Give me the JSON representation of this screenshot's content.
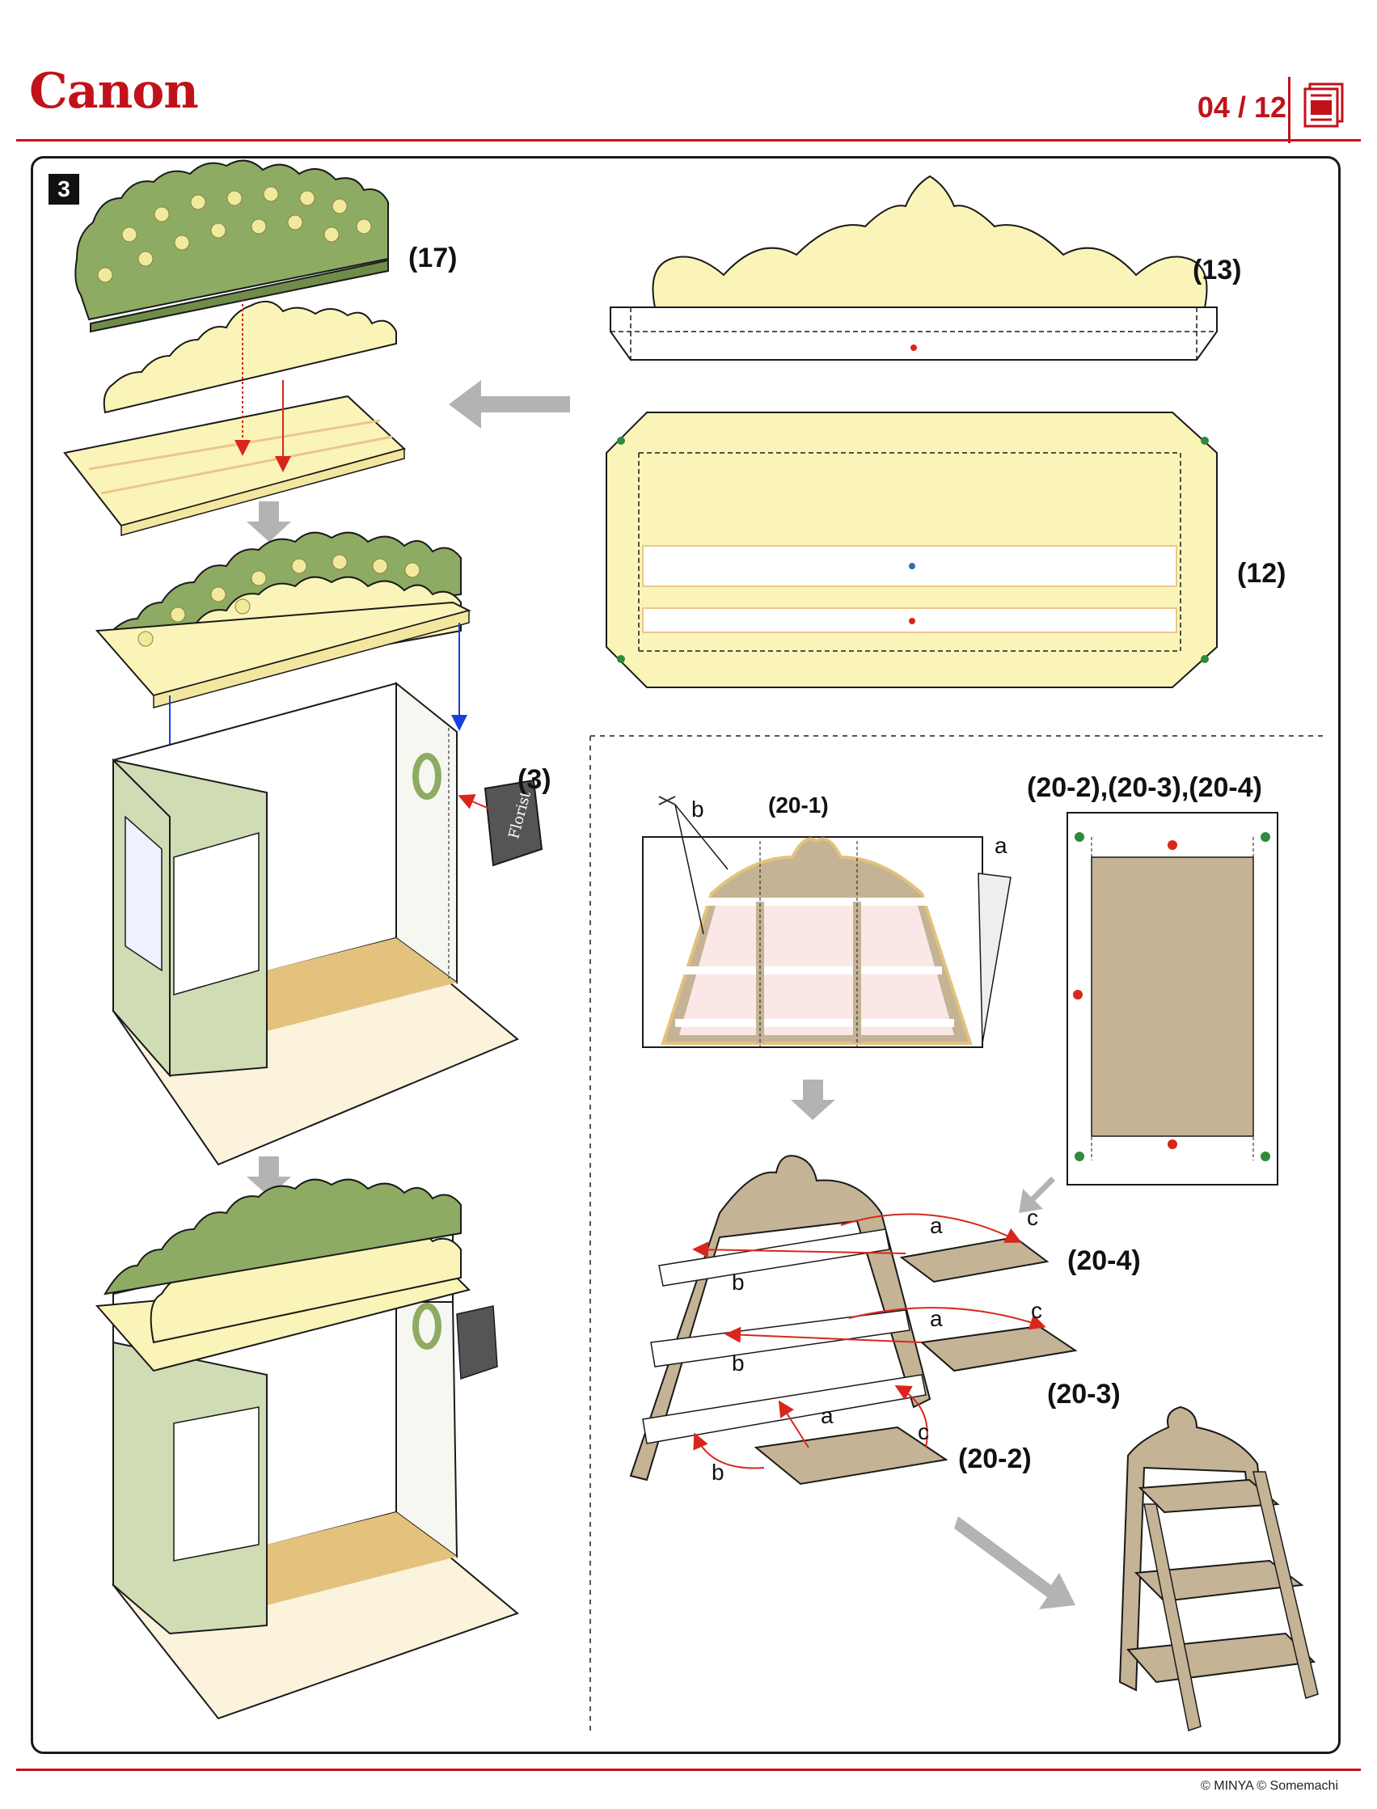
{
  "header": {
    "brand": "Canon",
    "page_indicator": "04 / 12"
  },
  "step": {
    "number": "3"
  },
  "labels": {
    "part_17": "(17)",
    "part_13": "(13)",
    "part_12": "(12)",
    "part_3": "(3)",
    "part_20_1": "(20-1)",
    "part_20_234": "(20-2),(20-3),(20-4)",
    "part_20_4": "(20-4)",
    "part_20_3": "(20-3)",
    "part_20_2": "(20-2)"
  },
  "letters": {
    "a": "a",
    "b": "b",
    "c": "c"
  },
  "sign_text": "Florist",
  "footer": {
    "copyright": "© MINYA  © Somemachi"
  },
  "colors": {
    "brand_red": "#c1121c",
    "paper_yellow": "#fbf4b8",
    "foliage_green": "#8eab63",
    "wall_green": "#cfdcb4",
    "floor_tan": "#e3c27e",
    "shelf_tan": "#c4b394",
    "fold_arrow_red": "#d9261c",
    "guide_blue": "#1a3fe0",
    "flow_arrow_gray": "#b3b3b3"
  }
}
